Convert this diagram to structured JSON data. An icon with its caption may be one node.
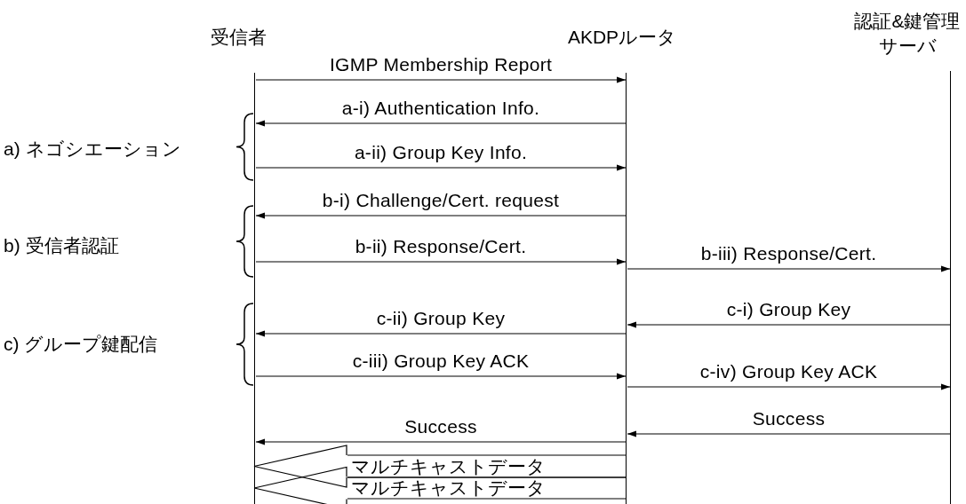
{
  "diagram": {
    "nodes": [
      {
        "text": [
          "受信者"
        ]
      },
      {
        "text": [
          "AKDPルータ"
        ]
      },
      {
        "text": [
          "認証&鍵管理サーバ"
        ]
      }
    ],
    "edges": [
      {
        "from": 0,
        "to": 1,
        "arrow": "to",
        "label": "IGMP Membership Report"
      },
      {
        "from": 1,
        "to": 0,
        "arrow": "to",
        "label": "a-i) Authentication Info."
      },
      {
        "from": 0,
        "to": 1,
        "arrow": "to",
        "label": "a-ii) Group Key Info."
      },
      {
        "from": 1,
        "to": 0,
        "arrow": "to",
        "label": "b-i) Challenge/Cert. request"
      },
      {
        "from": 0,
        "to": 1,
        "arrow": "to",
        "label": "b-ii) Response/Cert."
      },
      {
        "from": 1,
        "to": 2,
        "arrow": "to",
        "label": "b-iii) Response/Cert."
      },
      {
        "from": 2,
        "to": 1,
        "arrow": "to",
        "label": "c-i) Group Key"
      },
      {
        "from": 1,
        "to": 0,
        "arrow": "to",
        "label": "c-ii) Group Key"
      },
      {
        "from": 0,
        "to": 1,
        "arrow": "to",
        "label": "c-iii) Group Key ACK"
      },
      {
        "from": 1,
        "to": 2,
        "arrow": "to",
        "label": "c-iv) Group Key ACK"
      },
      {
        "from": 2,
        "to": 1,
        "arrow": "to",
        "label": "Success"
      },
      {
        "from": 1,
        "to": 0,
        "arrow": "to",
        "label": "Success"
      },
      {
        "from": 1,
        "to": 0,
        "arrow": "to",
        "label": "マルチキャストデータ"
      },
      {
        "from": 1,
        "to": 0,
        "arrow": "to",
        "label": "マルチキャストデータ"
      }
    ],
    "labels": [
      "a) ネゴシエーション",
      "b) 受信者認証",
      "c) グループ鍵配信"
    ]
  }
}
